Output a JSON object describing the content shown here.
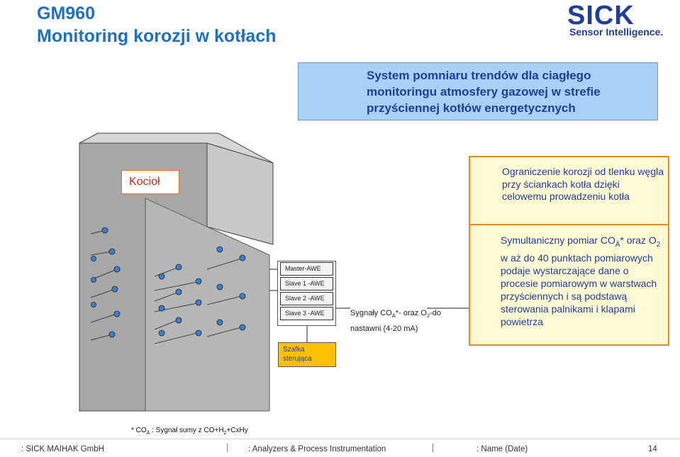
{
  "header": {
    "title_line1": "GM960",
    "title_line2": "Monitoring korozji w kotłach",
    "logo_text": "SICK",
    "logo_tagline": "Sensor Intelligence."
  },
  "headline": {
    "text": "System pomniaru trendów dla ciagłego monitoringu atmosfery gazowej w strefie przyściennej kotłów energetycznych"
  },
  "diagram": {
    "boiler_label": "Kocioł",
    "awe_units": [
      "Master-AWE",
      "Slave 1 -AWE",
      "Slave 2 -AWE",
      "Slave 3 -AWE"
    ],
    "cabinet_label": "Szafka sterująca",
    "signal_prefix": "Sygnały CO",
    "signal_sub1": "Ä",
    "signal_mid": "*- oraz O",
    "signal_sub2": "2",
    "signal_suffix": "-do nastawni (4-20 mA)"
  },
  "info_boxes": {
    "box1": "Ograniczenie korozji od tlenku węgla przy ściankach kotła dzięki celowemu prowadzeniu kotła",
    "box2_prefix": "Symultaniczny pomiar CO",
    "box2_sub1": "Ä",
    "box2_mid": "* oraz O",
    "box2_sub2": "2",
    "box2_suffix": " w aż do  40 punktach pomiarowych podaje wystarczające dane o procesie pomiarowym w warstwach przyściennych i są podstawą sterowania palnikami i klapami powietrza"
  },
  "footnote": {
    "prefix": "* CO",
    "sub1": "Ä",
    "mid": " : Sygnał sumy z CO+H",
    "sub2": "2",
    "suffix": "+CxHy"
  },
  "footer": {
    "company": ": SICK MAIHAK GmbH",
    "division": ": Analyzers & Process Instrumentation",
    "name": ": Name (Date)",
    "page": "14"
  },
  "colors": {
    "title": "#1f6fc3",
    "headline_bg": "#a9d0f5",
    "info_bg": "#fff9d3",
    "info_border": "#e8891e",
    "cabinet": "#ffc000",
    "boiler": "#a7a7a7"
  }
}
